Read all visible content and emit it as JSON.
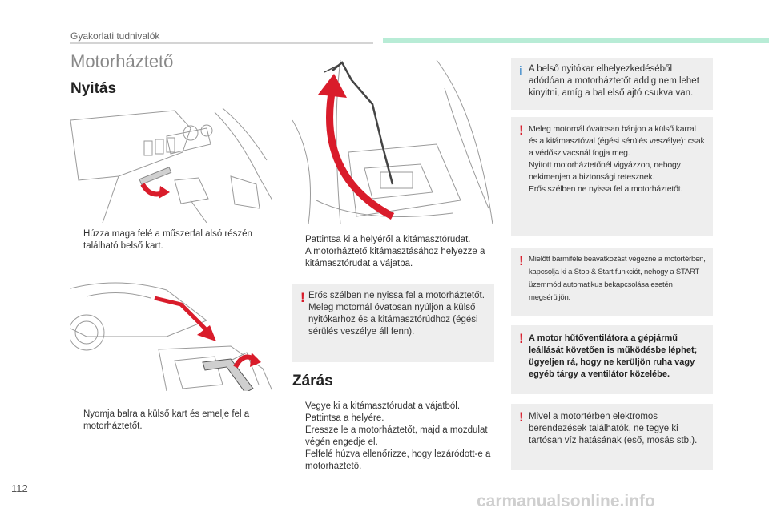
{
  "header": {
    "section_label": "Gyakorlati tudnivalók"
  },
  "title": "Motorháztető",
  "opening": {
    "heading": "Nyitás",
    "step1": "Húzza maga felé a műszerfal alsó részén található belső kart.",
    "step2": "Nyomja balra a külső kart és emelje fel a motorháztetőt.",
    "step3": "Pattintsa ki a helyéről a kitámasztórudat.",
    "step4": "A motorháztető kitámasztásához helyezze a kitámasztórudat a vájatba.",
    "warning": "Erős szélben ne nyissa fel a motorháztetőt.\nMeleg motornál óvatosan nyúljon a külső nyitókarhoz és a kitámasztórúdhoz (égési sérülés veszélye áll fenn)."
  },
  "closing": {
    "heading": "Zárás",
    "steps": [
      "Vegye ki a kitámasztórudat a vájatból.",
      "Pattintsa a helyére.",
      "Eressze le a motorháztetőt, majd a mozdulat végén engedje el.",
      "Felfelé húzva ellenőrizze, hogy lezáródott-e a motorháztető."
    ]
  },
  "right_notes": {
    "info1": "A belső nyitókar elhelyezkedéséből adódóan a motorháztetőt addig nem lehet kinyitni, amíg a bal első ajtó csukva van.",
    "warn1": "Meleg motornál óvatosan bánjon a külső karral és a kitámasztóval (égési sérülés veszélye): csak a védőszivacsnál fogja meg.\nNyitott motorháztetőnél vigyázzon, nehogy nekimenjen a biztonsági retesznek.\nErős szélben ne nyissa fel a motorháztetőt.",
    "warn2": "Mielőtt bármiféle beavatkozást végezne a motortérben, kapcsolja ki a Stop & Start funkciót, nehogy a START üzemmód automatikus bekapcsolása esetén megsérüljön.",
    "warn3": "A motor hűtőventilátora a gépjármű leállását követően is működésbe léphet; ügyeljen rá, hogy ne kerüljön ruha vagy egyéb tárgy a ventilátor közelébe.",
    "warn4": "Mivel a motortérben elektromos berendezések találhatók, ne tegye ki tartósan víz hatásának (eső, mosás stb.)."
  },
  "bullet_symbol": "",
  "warning_symbol": "!",
  "info_symbol": "i",
  "page_number": "112",
  "watermark": "carmanualsonline.info",
  "colors": {
    "accent_mint": "#b8ecd6",
    "warning_red": "#d81b2a",
    "info_blue": "#3a87c9",
    "arrow_red": "#d91c2b",
    "box_grey": "#eeeeee"
  }
}
